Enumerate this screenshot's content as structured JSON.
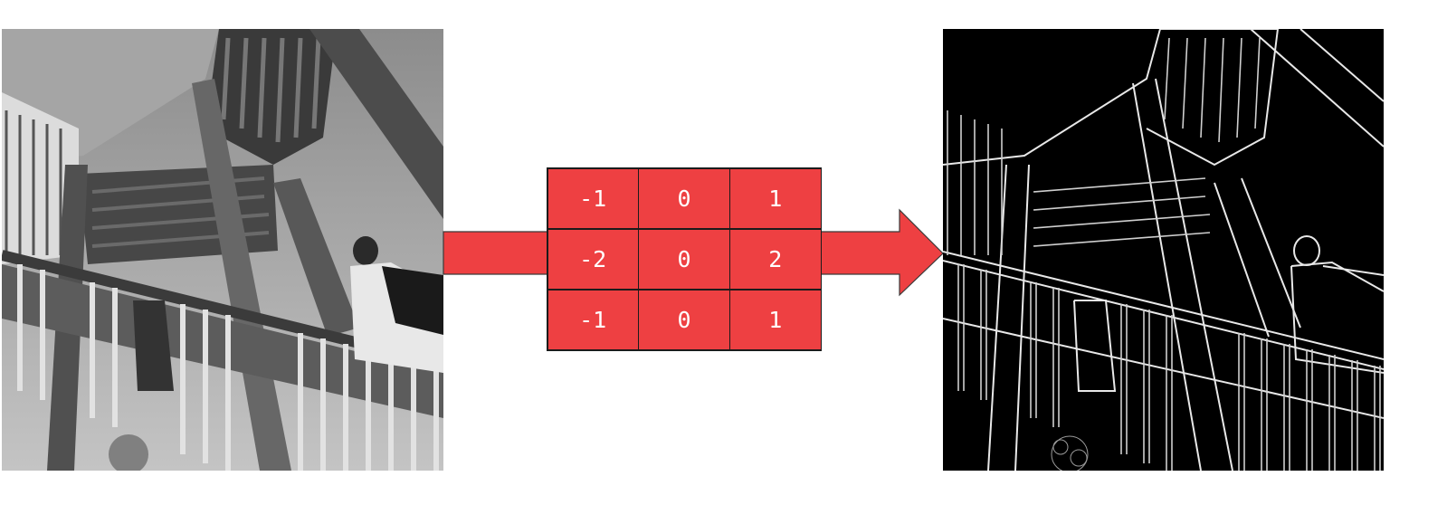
{
  "diagram": {
    "input_image": {
      "description": "grayscale photo of outdoor staircase with railings and person carrying backpack"
    },
    "output_image": {
      "description": "edge-detected result (white edges on black)"
    },
    "kernel": {
      "rows": [
        [
          "-1",
          "0",
          "1"
        ],
        [
          "-2",
          "0",
          "2"
        ],
        [
          "-1",
          "0",
          "1"
        ]
      ]
    },
    "colors": {
      "arrow": "#ee4042",
      "kernel_cell": "#ee4042",
      "kernel_text": "#ffffff",
      "grid_line": "#1b1b1b"
    }
  }
}
